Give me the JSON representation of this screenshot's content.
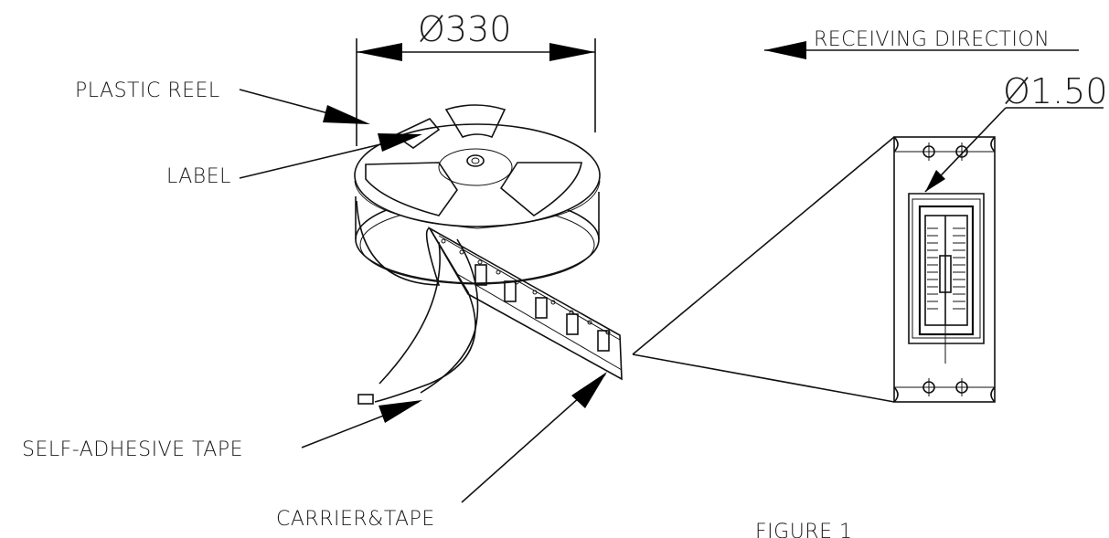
{
  "diagram": {
    "labels": {
      "diameter_reel": "Ø330",
      "receiving_direction": "RECEIVING DIRECTION",
      "diameter_hole": "Ø1.50",
      "plastic_reel": "PLASTIC REEL",
      "label": "LABEL",
      "self_adhesive_tape": "SELF-ADHESIVE TAPE",
      "carrier_tape": "CARRIER&TAPE",
      "figure": "FIGURE 1"
    },
    "colors": {
      "line": "#111111",
      "background": "#ffffff"
    }
  }
}
